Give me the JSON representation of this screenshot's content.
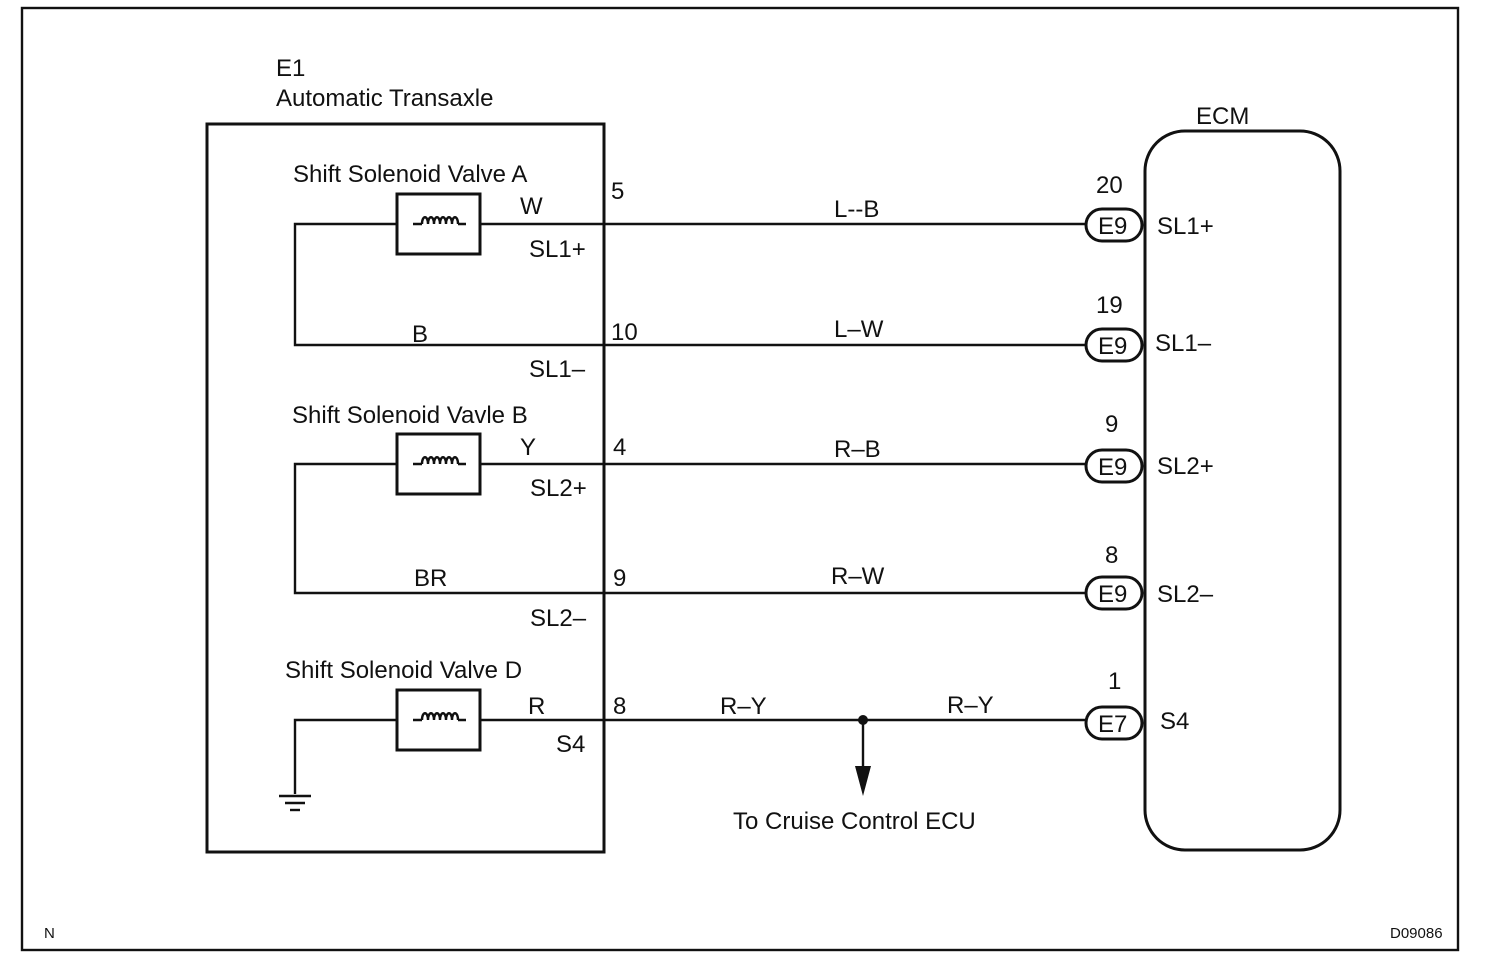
{
  "component_e1": {
    "code": "E1",
    "name": "Automatic Transaxle"
  },
  "ecm": {
    "name": "ECM"
  },
  "valves": {
    "a": {
      "label": "Shift Solenoid Valve A"
    },
    "b": {
      "label": "Shift Solenoid Vavle B"
    },
    "d": {
      "label": "Shift Solenoid Valve D"
    }
  },
  "circuits": {
    "sl1p": {
      "pin": "5",
      "inner_wire": "W",
      "terminal": "SL1+",
      "wire": "L--B",
      "ecm_pin": "20",
      "connector": "E9",
      "ecm_terminal": "SL1+"
    },
    "sl1m": {
      "pin": "10",
      "inner_wire": "B",
      "terminal": "SL1–",
      "wire": "L–W",
      "ecm_pin": "19",
      "connector": "E9",
      "ecm_terminal": "SL1–"
    },
    "sl2p": {
      "pin": "4",
      "inner_wire": "Y",
      "terminal": "SL2+",
      "wire": "R–B",
      "ecm_pin": "9",
      "connector": "E9",
      "ecm_terminal": "SL2+"
    },
    "sl2m": {
      "pin": "9",
      "inner_wire": "BR",
      "terminal": "SL2–",
      "wire": "R–W",
      "ecm_pin": "8",
      "connector": "E9",
      "ecm_terminal": "SL2–"
    },
    "s4": {
      "pin": "8",
      "inner_wire": "R",
      "terminal": "S4",
      "wire_left": "R–Y",
      "wire_right": "R–Y",
      "ecm_pin": "1",
      "connector": "E7",
      "ecm_terminal": "S4"
    }
  },
  "cruise": {
    "label": "To Cruise Control ECU"
  },
  "footer": {
    "left": "N",
    "code": "D09086"
  }
}
